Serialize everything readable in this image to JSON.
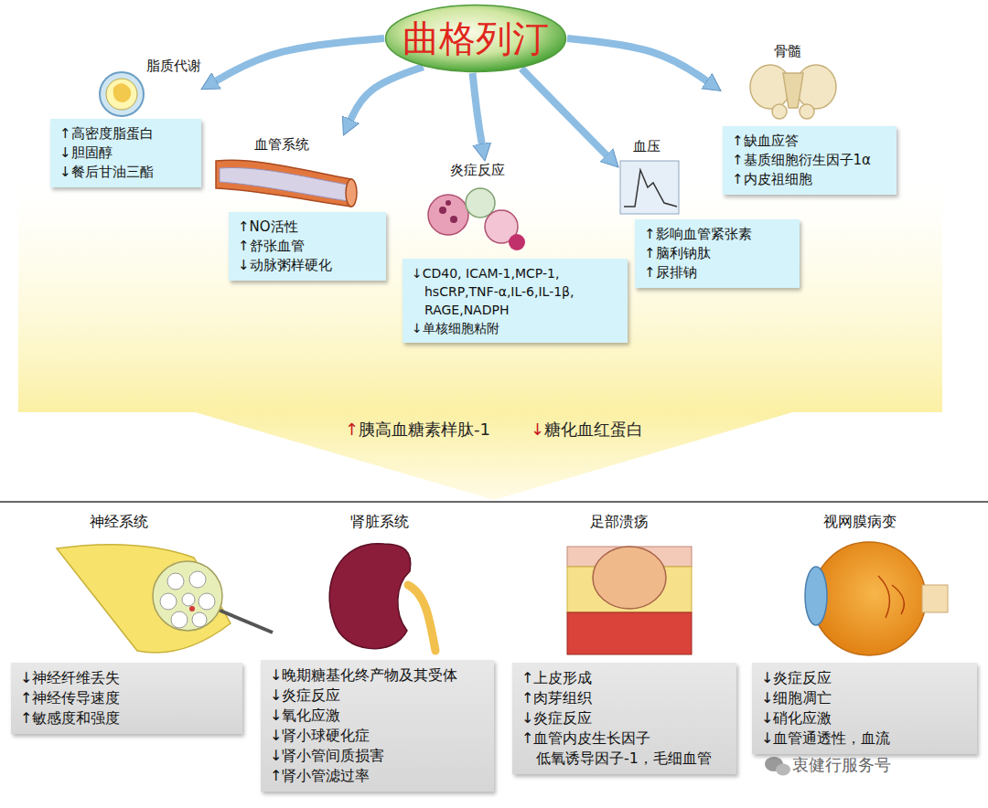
{
  "diagram": {
    "nodes": [
      {
        "text": [
          "曲格列汀"
        ]
      },
      {
        "text": [
          "脂质代谢",
          "↑高密度脂蛋白",
          "↓胆固醇",
          "↓餐后甘油三酯"
        ]
      },
      {
        "text": [
          "血管系统",
          "↑NO活性",
          "↑舒张血管",
          "↓动脉粥样硬化"
        ]
      },
      {
        "text": [
          "炎症反应",
          "↓CD40, ICAM-1,MCP-1, hsCRP,TNF-α,IL-6,IL-1β, RAGE,NADPH",
          "↓单核细胞粘附"
        ]
      },
      {
        "text": [
          "血压",
          "↑影响血管紧张素",
          "↑脑利钠肽",
          "↑尿排钠"
        ]
      },
      {
        "text": [
          "骨髓",
          "↑缺血应答",
          "↑基质细胞衍生因子1α",
          "↑内皮祖细胞"
        ]
      },
      {
        "text": [
          "↑胰高血糖素样肽-1",
          "↓糖化血红蛋白"
        ]
      },
      {
        "text": [
          "神经系统",
          "↓神经纤维丢失",
          "↑神经传导速度",
          "↑敏感度和强度"
        ]
      },
      {
        "text": [
          "肾脏系统",
          "↓晚期糖基化终产物及其受体",
          "↓炎症反应",
          "↓氧化应激",
          "↓肾小球硬化症",
          "↓肾小管间质损害",
          "↑肾小管滤过率"
        ]
      },
      {
        "text": [
          "足部溃疡",
          "↑上皮形成",
          "↑肉芽组织",
          "↓炎症反应",
          "↑血管内皮生长因子 低氧诱导因子-1，毛细血管"
        ]
      },
      {
        "text": [
          "视网膜病变",
          "↓炎症反应",
          "↓细胞凋亡",
          "↓硝化应激",
          "↓血管通透性，血流"
        ]
      }
    ],
    "edges": [
      {
        "from": 0,
        "to": 1,
        "arrow": "to"
      },
      {
        "from": 0,
        "to": 2,
        "arrow": "to"
      },
      {
        "from": 0,
        "to": 3,
        "arrow": "to"
      },
      {
        "from": 0,
        "to": 4,
        "arrow": "to"
      },
      {
        "from": 0,
        "to": 5,
        "arrow": "to"
      }
    ],
    "labels": [
      "衷健行服务号"
    ]
  }
}
